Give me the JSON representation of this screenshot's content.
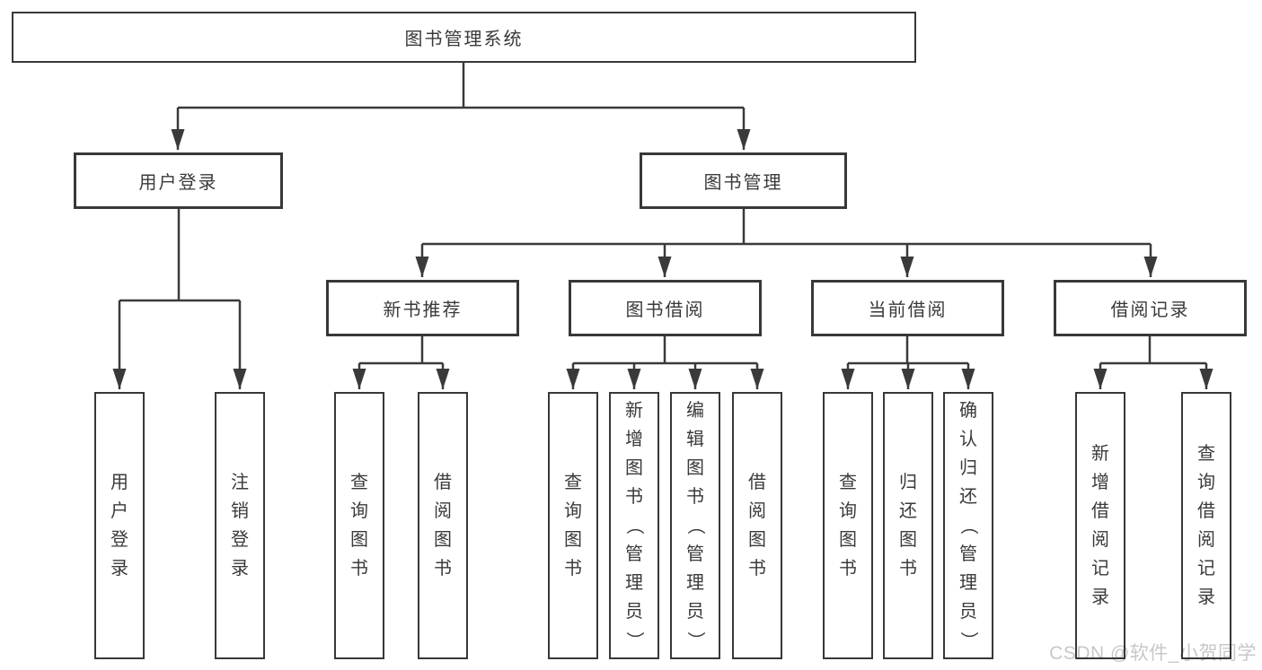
{
  "diagram": {
    "root": {
      "label": "图书管理系统"
    },
    "level2": [
      {
        "id": "user-login",
        "label": "用户登录"
      },
      {
        "id": "book-management",
        "label": "图书管理"
      }
    ],
    "level3": [
      {
        "id": "new-book-recommendation",
        "label": "新书推荐"
      },
      {
        "id": "book-borrowing",
        "label": "图书借阅"
      },
      {
        "id": "current-borrowing",
        "label": "当前借阅"
      },
      {
        "id": "borrowing-records",
        "label": "借阅记录"
      }
    ],
    "leaves": [
      {
        "id": "user-login-action",
        "parent": "user-login",
        "label": "用户登录"
      },
      {
        "id": "logout-action",
        "parent": "user-login",
        "label": "注销登录"
      },
      {
        "id": "nb-query-books",
        "parent": "new-book-recommendation",
        "label": "查询图书"
      },
      {
        "id": "nb-borrow-books",
        "parent": "new-book-recommendation",
        "label": "借阅图书"
      },
      {
        "id": "bb-query-books",
        "parent": "book-borrowing",
        "label": "查询图书"
      },
      {
        "id": "bb-add-books-admin",
        "parent": "book-borrowing",
        "label": "新增图书（管理员）"
      },
      {
        "id": "bb-edit-books-admin",
        "parent": "book-borrowing",
        "label": "编辑图书（管理员）"
      },
      {
        "id": "bb-borrow-books",
        "parent": "book-borrowing",
        "label": "借阅图书"
      },
      {
        "id": "cb-query-books",
        "parent": "current-borrowing",
        "label": "查询图书"
      },
      {
        "id": "cb-return-books",
        "parent": "current-borrowing",
        "label": "归还图书"
      },
      {
        "id": "cb-confirm-return-admin",
        "parent": "current-borrowing",
        "label": "确认归还（管理员）"
      },
      {
        "id": "br-add-record",
        "parent": "borrowing-records",
        "label": "新增借阅记录"
      },
      {
        "id": "br-query-record",
        "parent": "borrowing-records",
        "label": "查询借阅记录"
      }
    ]
  },
  "watermark": {
    "text": "CSDN @软件_小贺同学"
  },
  "colors": {
    "line": "#3a3a3a",
    "box_border": "#383838",
    "box_fill": "#ffffff",
    "text": "#3a3a3a",
    "watermark": "#c7c7c7",
    "background": "#ffffff"
  }
}
